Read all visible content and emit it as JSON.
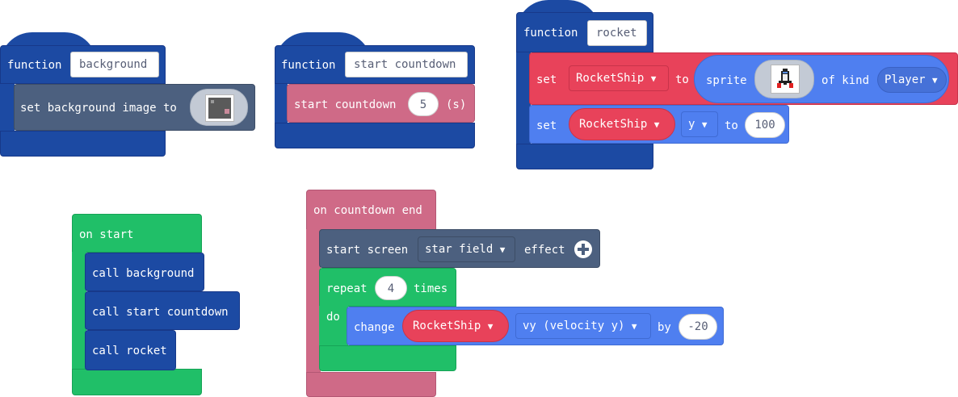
{
  "func_background": {
    "keyword": "function",
    "name": "background",
    "statement": "set background image to"
  },
  "func_countdown": {
    "keyword": "function",
    "name": "start countdown",
    "statement": "start countdown",
    "value": "5",
    "unit": "(s)"
  },
  "func_rocket": {
    "keyword": "function",
    "name": "rocket",
    "set1": {
      "set": "set",
      "var": "RocketShip",
      "to": "to",
      "sprite": "sprite",
      "of_kind": "of kind",
      "kind": "Player"
    },
    "set2": {
      "set": "set",
      "var": "RocketShip",
      "prop": "y",
      "to": "to",
      "value": "100"
    }
  },
  "on_start": {
    "label": "on start",
    "calls": [
      "call background",
      "call start countdown",
      "call rocket"
    ]
  },
  "on_countdown_end": {
    "label": "on countdown end",
    "effect": {
      "start": "start screen",
      "effect_name": "star field",
      "effect": "effect"
    },
    "repeat": {
      "label": "repeat",
      "count": "4",
      "times": "times",
      "do": "do"
    },
    "change": {
      "label": "change",
      "var": "RocketShip",
      "prop": "vy (velocity y)",
      "by": "by",
      "value": "-20"
    }
  },
  "icons": {
    "dropdown": "triangle-down",
    "add": "plus-circle"
  },
  "colors": {
    "function": "#1c4aa3",
    "scene": "#4c607f",
    "info": "#cf6a87",
    "sprite": "#e8425a",
    "variables": "#4f7ff0",
    "loops": "#20bf68"
  }
}
